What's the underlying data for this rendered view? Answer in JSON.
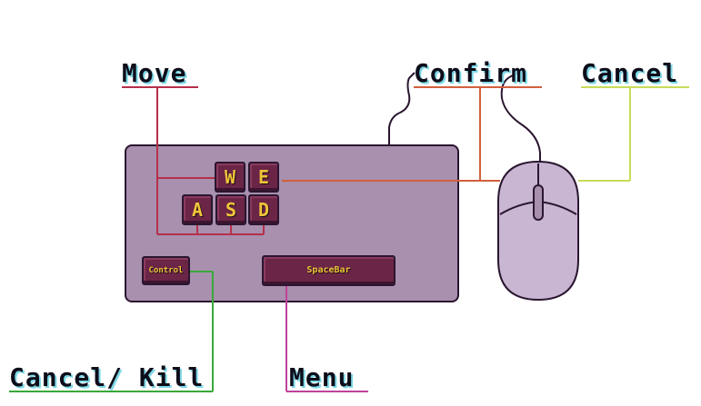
{
  "labels": {
    "move": "Move",
    "confirm": "Confirm",
    "cancel": "Cancel",
    "cancel_kill": "Cancel/ Kill",
    "menu": "Menu"
  },
  "keys": {
    "w": "W",
    "e": "E",
    "a": "A",
    "s": "S",
    "d": "D",
    "control": "Control",
    "spacebar": "SpaceBar"
  },
  "colors": {
    "keyboard_body": "#a890ae",
    "device_outline": "#2a1630",
    "key_face": "#6b2546",
    "key_text": "#f0c43a",
    "mouse_body": "#c9b6d2",
    "move_line": "#b5304a",
    "confirm_line": "#d2603c",
    "cancel_line": "#c8dc5a",
    "cancel_kill_line": "#3aa83a",
    "menu_line": "#c0429a",
    "label_shadow": "#7fd9e8"
  }
}
